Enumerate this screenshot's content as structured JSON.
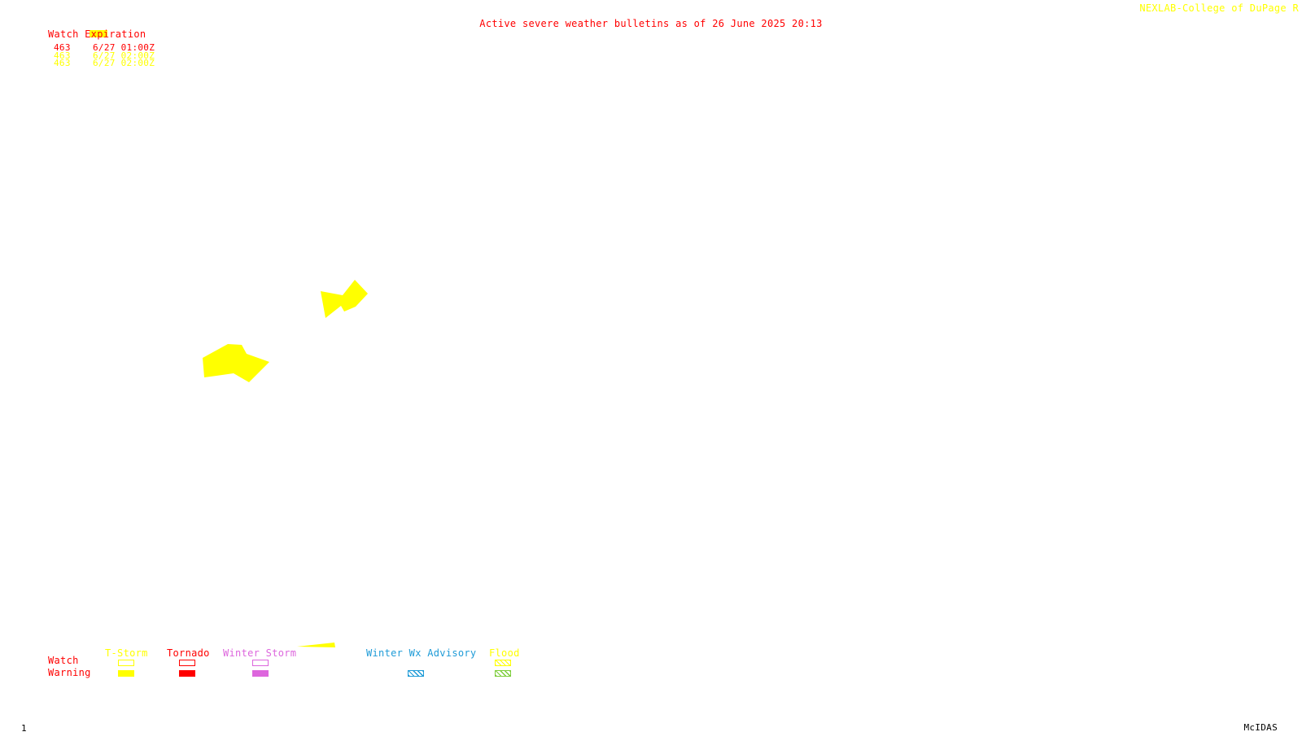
{
  "credit": "NEXLAB-College of DuPage R",
  "title": "Active severe weather bulletins as of 26 June 2025 20:13",
  "watch_table": {
    "header_watch": "Watch",
    "header_expiration": "Expiration",
    "rows": [
      {
        "number": "463",
        "expiration": "6/27 01:00Z",
        "color": "#ff0000"
      },
      {
        "number": "463",
        "expiration": "6/27 02:00Z",
        "color": "#ffff00"
      },
      {
        "number": "463",
        "expiration": "6/27 02:00Z",
        "color": "#ffff00"
      }
    ]
  },
  "legend": {
    "row_watch": "Watch",
    "row_warning": "Warning",
    "row_label_color": "#ff0000",
    "categories": [
      {
        "name": "T-Storm",
        "color": "#ffff00",
        "warning_style": "solid"
      },
      {
        "name": "Tornado",
        "color": "#ff0000",
        "warning_style": "solid"
      },
      {
        "name": "Winter Storm",
        "color": "#dd66dd",
        "warning_style": "solid"
      },
      {
        "name": "Winter Wx Advisory",
        "color": "#1e9bd7",
        "warning_style": "hatched"
      },
      {
        "name": "Flood",
        "color": "#ffff00",
        "warning_color": "#7ccd3a",
        "warning_style": "hatched"
      }
    ]
  },
  "warning_polygons_color": "#ffff00",
  "footer": {
    "frame": "1",
    "software": "McIDAS"
  }
}
